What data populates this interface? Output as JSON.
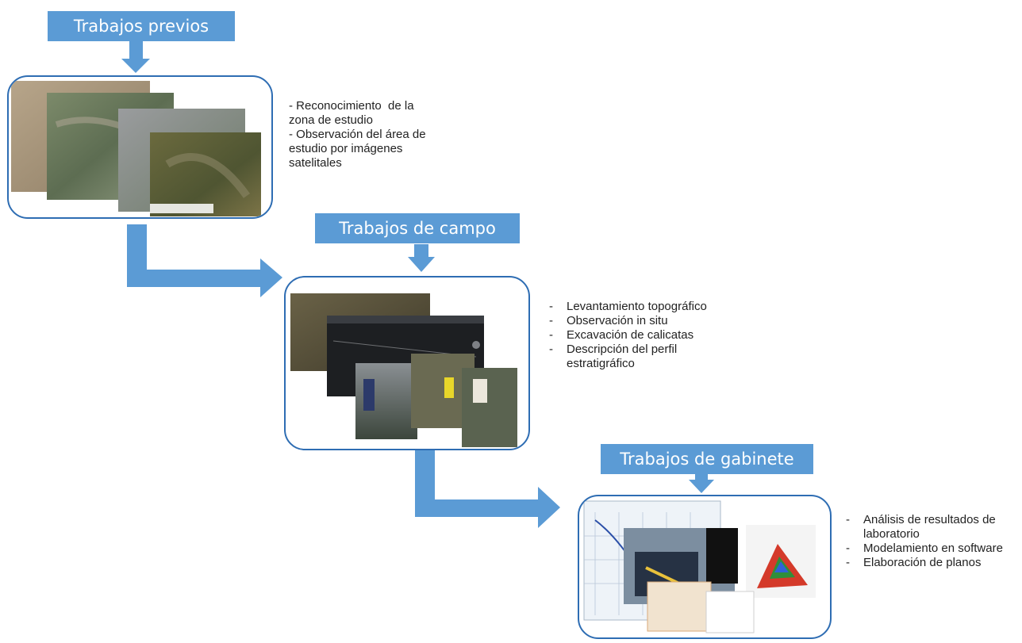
{
  "stages": [
    {
      "title": "Trabajos previos",
      "description": [
        "- Reconocimiento  de la",
        "zona de estudio",
        "- Observación del área de",
        "estudio por imágenes",
        "satelitales"
      ]
    },
    {
      "title": "Trabajos de campo",
      "items": [
        "Levantamiento topográfico",
        "Observación in situ",
        "Excavación de calicatas",
        "Descripción del perfil estratigráfico"
      ]
    },
    {
      "title": "Trabajos de gabinete",
      "items": [
        "Análisis de resultados de laboratorio",
        "Modelamiento en software",
        "Elaboración de planos"
      ]
    }
  ],
  "colors": {
    "title_fill": "#5b9bd5",
    "arrow_fill": "#5b9bd5",
    "frame_stroke": "#2e6db3"
  }
}
